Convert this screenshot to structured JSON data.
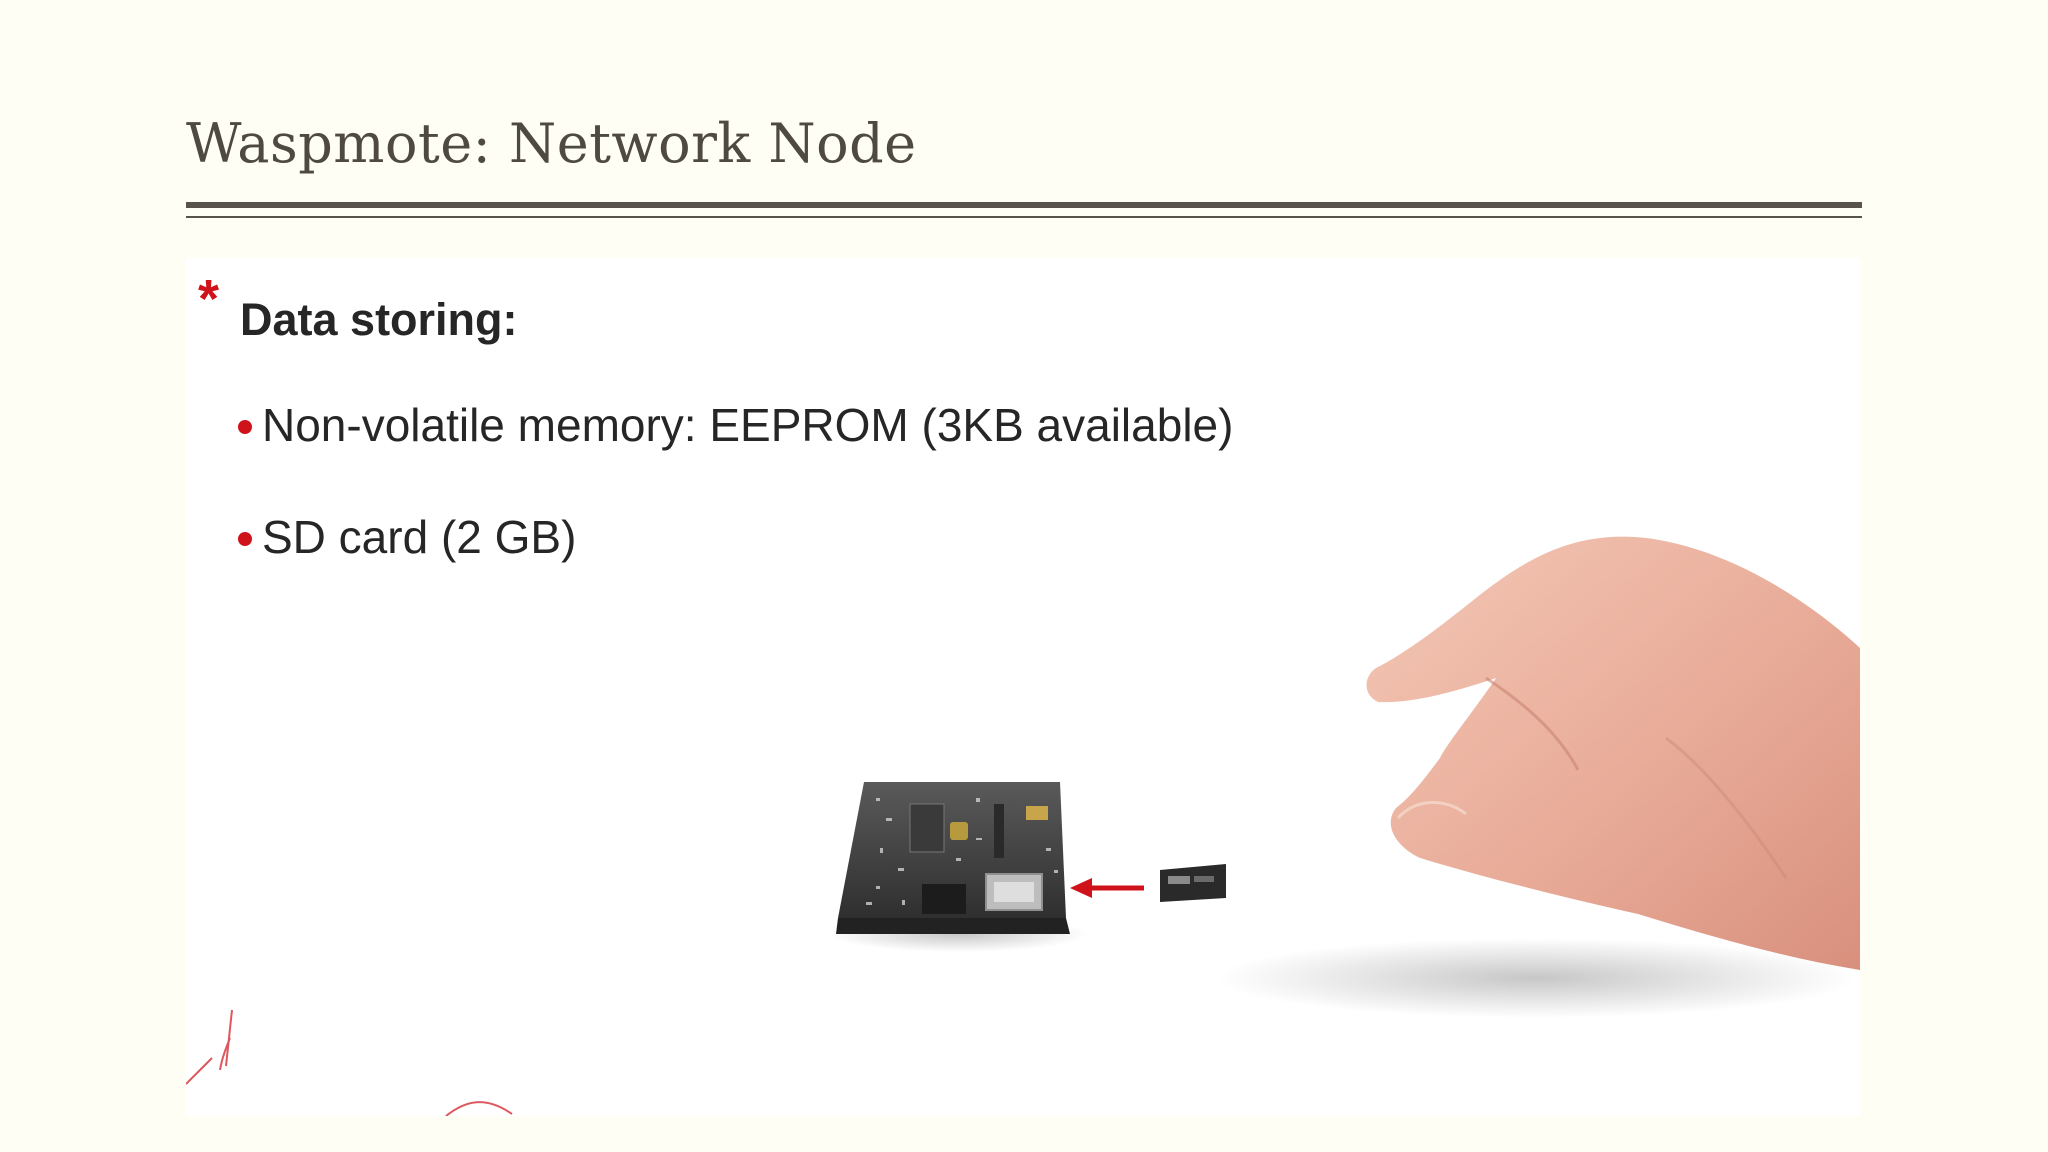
{
  "slide": {
    "title": "Waspmote: Network Node"
  },
  "content": {
    "heading_marker": "*",
    "heading": "Data storing:",
    "bullets": [
      "Non-volatile memory: EEPROM (3KB available)",
      "SD card (2 GB)"
    ]
  },
  "colors": {
    "background": "#fefef5",
    "title_text": "#4f4a40",
    "rule": "#57524a",
    "accent_red": "#d0121b",
    "body_text": "#262626"
  },
  "illustration": {
    "icons": [
      "circuit-board-icon",
      "arrow-left-icon",
      "sd-card-icon",
      "hand-icon"
    ]
  }
}
